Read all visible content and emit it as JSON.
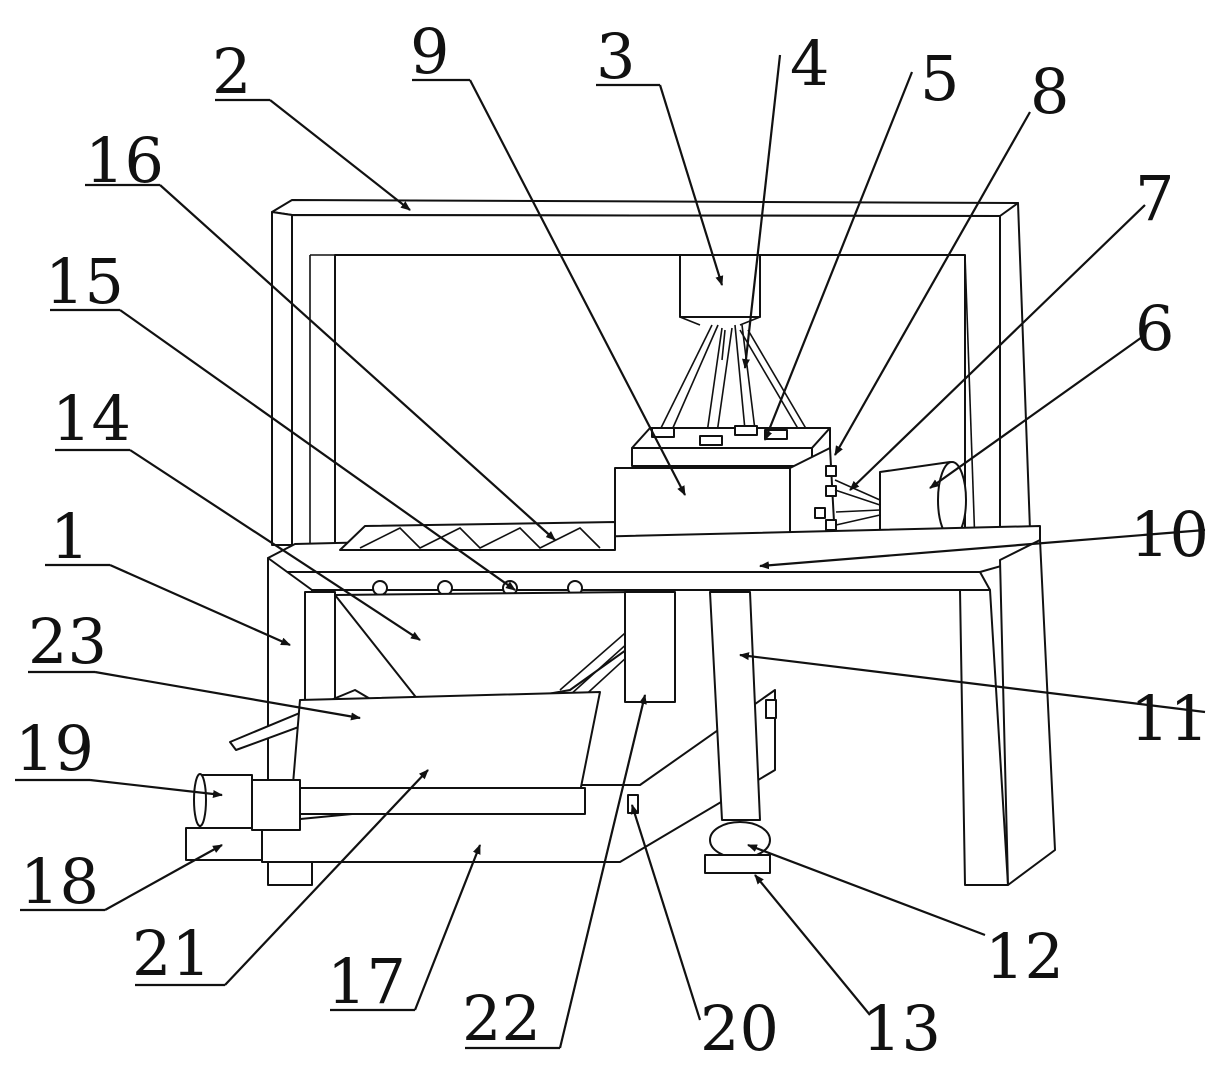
{
  "figure": {
    "description_labels": [
      {
        "id": "1",
        "text": "1"
      },
      {
        "id": "2",
        "text": "2"
      },
      {
        "id": "3",
        "text": "3"
      },
      {
        "id": "4",
        "text": "4"
      },
      {
        "id": "5",
        "text": "5"
      },
      {
        "id": "6",
        "text": "6"
      },
      {
        "id": "7",
        "text": "7"
      },
      {
        "id": "8",
        "text": "8"
      },
      {
        "id": "9",
        "text": "9"
      },
      {
        "id": "10",
        "text": "10"
      },
      {
        "id": "11",
        "text": "11"
      },
      {
        "id": "12",
        "text": "12"
      },
      {
        "id": "13",
        "text": "13"
      },
      {
        "id": "14",
        "text": "14"
      },
      {
        "id": "15",
        "text": "15"
      },
      {
        "id": "16",
        "text": "16"
      },
      {
        "id": "17",
        "text": "17"
      },
      {
        "id": "18",
        "text": "18"
      },
      {
        "id": "19",
        "text": "19"
      },
      {
        "id": "20",
        "text": "20"
      },
      {
        "id": "21",
        "text": "21"
      },
      {
        "id": "22",
        "text": "22"
      },
      {
        "id": "23",
        "text": "23"
      }
    ]
  }
}
